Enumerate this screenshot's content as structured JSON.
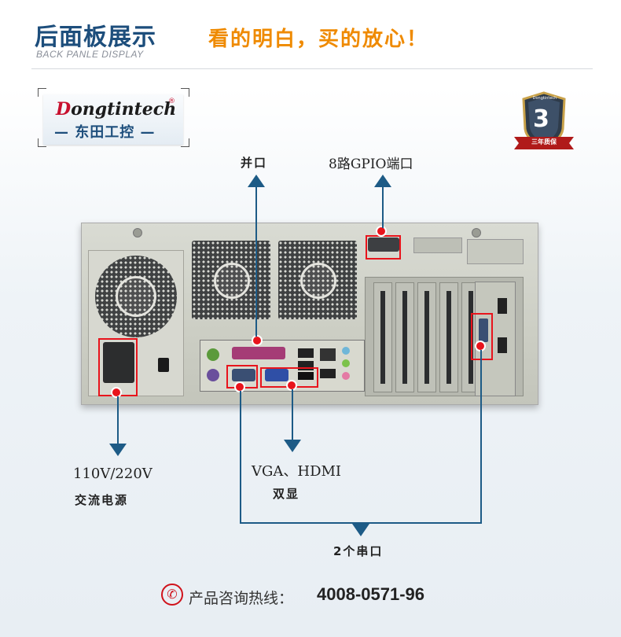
{
  "header": {
    "title": "后面板展示",
    "subtitle": "BACK PANLE DISPLAY",
    "slogan": "看的明白，买的放心！"
  },
  "logo": {
    "brand_en_initial": "D",
    "brand_en_rest": "ongtintech",
    "registered": "®",
    "brand_cn": "— 东田工控 —"
  },
  "badge": {
    "brand": "Dongtintech",
    "number": "3",
    "ribbon": "三年质保"
  },
  "labels": {
    "parallel_port": "并口",
    "gpio_port": "8路GPIO端口",
    "power_line1": "110V/220V",
    "power_line2": "交流电源",
    "video_line1": "VGA、HDMI",
    "video_line2": "双显",
    "serial_ports": "2个串口"
  },
  "footer": {
    "label": "产品咨询热线：",
    "phone": "4008-0571-96",
    "icon": "phone-icon"
  },
  "colors": {
    "title_blue": "#1d4e7c",
    "slogan_orange": "#ef8a00",
    "highlight_red": "#e8141c",
    "callout_line": "#1d5b86"
  }
}
